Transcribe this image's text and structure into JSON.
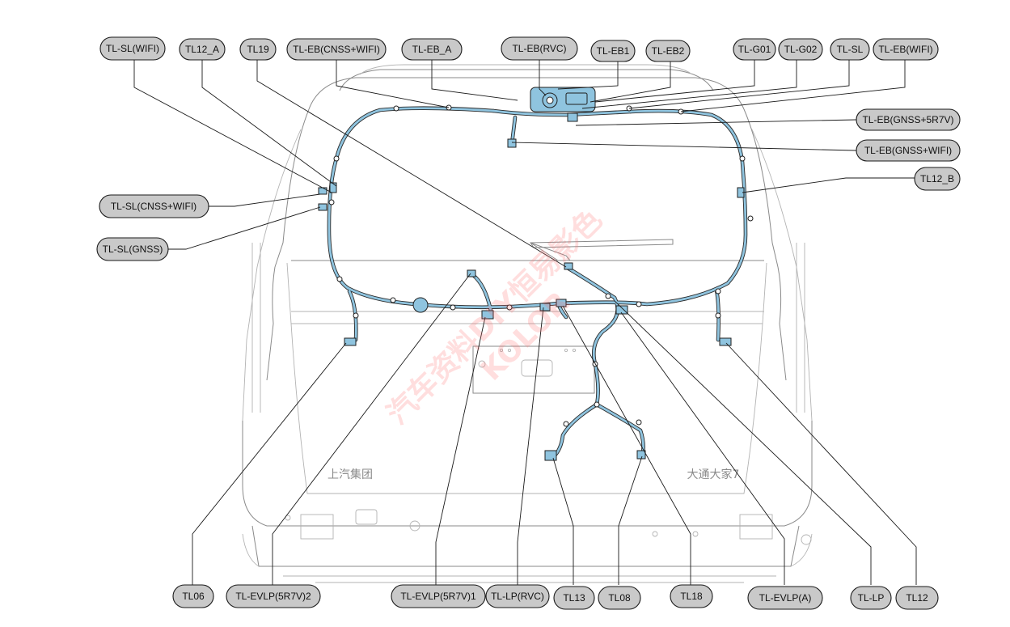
{
  "labels": {
    "tl_sl_wifi": "TL-SL(WIFI)",
    "tl12_a": "TL12_A",
    "tl19": "TL19",
    "tl_eb_cnss_wifi": "TL-EB(CNSS+WIFI)",
    "tl_eb_a": "TL-EB_A",
    "tl_eb_rvc": "TL-EB(RVC)",
    "tl_eb1": "TL-EB1",
    "tl_eb2": "TL-EB2",
    "tl_g01": "TL-G01",
    "tl_g02": "TL-G02",
    "tl_sl": "TL-SL",
    "tl_eb_wifi": "TL-EB(WIFI)",
    "tl_eb_gnss_5r7v": "TL-EB(GNSS+5R7V)",
    "tl_eb_gnss_wifi": "TL-EB(GNSS+WIFI)",
    "tl12_b": "TL12_B",
    "tl_sl_cnss_wifi": "TL-SL(CNSS+WIFI)",
    "tl_sl_gnss": "TL-SL(GNSS)",
    "tl06": "TL06",
    "tl_evlp_5r7v_2": "TL-EVLP(5R7V)2",
    "tl_evlp_5r7v_1": "TL-EVLP(5R7V)1",
    "tl_lp_rvc": "TL-LP(RVC)",
    "tl13": "TL13",
    "tl08": "TL08",
    "tl18": "TL18",
    "tl_evlp_a": "TL-EVLP(A)",
    "tl_lp": "TL-LP",
    "tl12": "TL12"
  },
  "vehicle": {
    "left_badge": "上汽集团",
    "right_badge": "大通大家7"
  },
  "watermark": {
    "line1": "汽车资料DIY恒易影色",
    "line2": "KOLOR"
  },
  "colors": {
    "harness": "#8fc4df",
    "label_fill": "#c9c9c9",
    "watermark": "#ff6b6b"
  }
}
